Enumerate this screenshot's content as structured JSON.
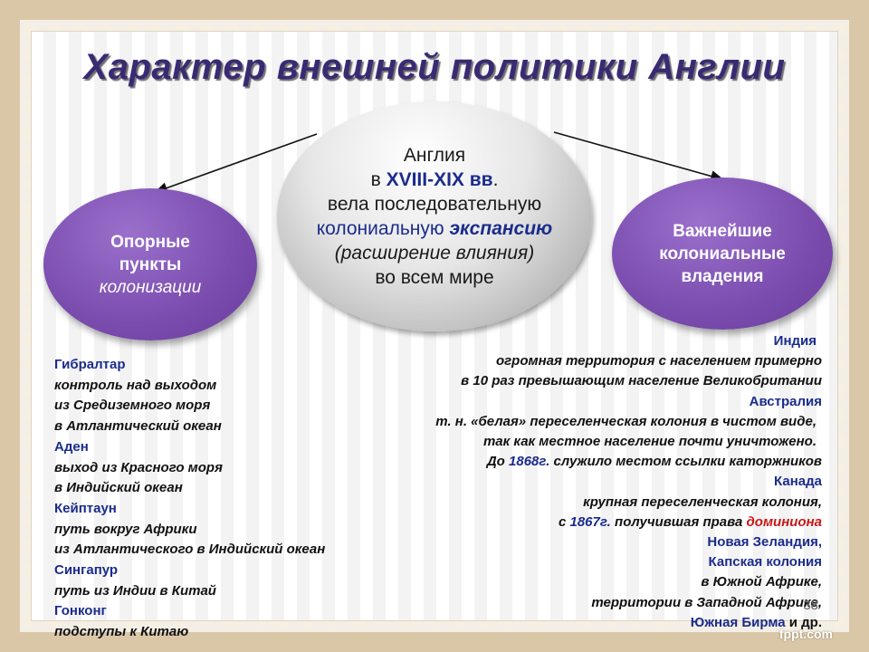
{
  "title": "Характер внешней политики Англии",
  "center": {
    "line1": "Англия",
    "line2_pre": "в ",
    "line2_strong": "XVIII-XIX вв",
    "line2_post": ".",
    "line3": "вела последовательную",
    "line4_pre": "колониальную ",
    "line4_ital": "экспансию",
    "line5": "(расширение влияния)",
    "line6": "во всем мире"
  },
  "left_circle": {
    "line1": "Опорные",
    "line2": "пункты",
    "line3": "колонизации"
  },
  "right_circle": {
    "line1": "Важнейшие",
    "line2": "колониальные",
    "line3": "владения"
  },
  "left_list": [
    {
      "text": "Гибралтар",
      "head": true
    },
    {
      "text": "контроль над выходом",
      "head": false
    },
    {
      "text": "из Средиземного моря",
      "head": false
    },
    {
      "text": "в Атлантический океан",
      "head": false
    },
    {
      "text": "Аден",
      "head": true
    },
    {
      "text": "выход из Красного моря",
      "head": false
    },
    {
      "text": "в Индийский океан",
      "head": false
    },
    {
      "text": "Кейптаун",
      "head": true
    },
    {
      "text": "путь вокруг Африки",
      "head": false
    },
    {
      "text": "из Атлантического в Индийский океан",
      "head": false
    },
    {
      "text": "Сингапур",
      "head": true
    },
    {
      "text": "путь из Индии в Китай",
      "head": false
    },
    {
      "text": "Гонконг",
      "head": true
    },
    {
      "text": "подступы к Китаю",
      "head": false
    }
  ],
  "right_list": {
    "india": "Индия",
    "india_1": "огромная территория с населением примерно",
    "india_2": "в 10 раз превышающим население Великобритании",
    "australia": "Австралия",
    "australia_1": "т. н. «белая» переселенческая колония в чистом виде,",
    "australia_2": "так как местное население почти уничтожено.",
    "australia_3_pre": "До ",
    "australia_3_year": "1868г.",
    "australia_3_post": " служило местом ссылки каторжников",
    "canada": "Канада",
    "canada_1": "крупная переселенческая колония,",
    "canada_2_pre": "с ",
    "canada_2_year": "1867г.",
    "canada_2_mid": " получившая права ",
    "canada_2_red": "доминиона",
    "nz": "Новая Зеландия,",
    "cape": "Капская колония",
    "cape_1": "в Южной Африке,",
    "west_africa": "территории в Западной Африке,",
    "burma": "Южная Бирма",
    "burma_post": " и др."
  },
  "page_number": "38",
  "watermark": "fppt.com"
}
